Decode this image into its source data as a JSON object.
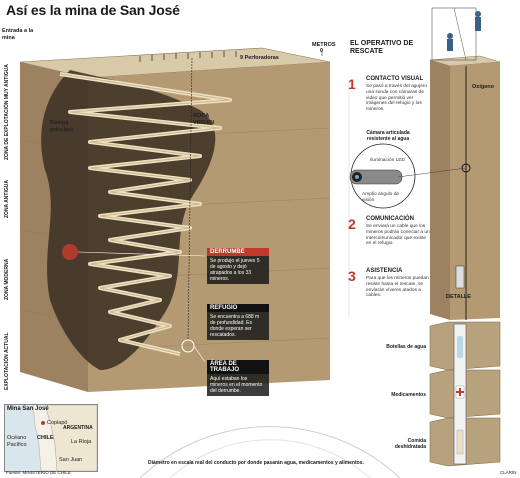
{
  "title": "Así es la mina de San José",
  "labels": {
    "entrance": "Entrada a la mina",
    "meters": "METROS",
    "zero": "0",
    "drillholes": "9 Perforadoras",
    "rock": "ROCA VIRGEN",
    "ramp": "Rampa principal",
    "zone_old": "ZONA DE EXPLOTACIÓN MUY ANTIGUA",
    "zone_ancient": "ZONA ANTIGUA",
    "zone_modern": "ZONA MODERNA",
    "zone_current": "EXPLOTACIÓN ACTUAL"
  },
  "callouts": {
    "collapse_title": "DERRUMBE",
    "collapse_text": "Se produjo el jueves 5 de agosto y dejó atrapados a los 33 mineros.",
    "refuge_title": "REFUGIO",
    "refuge_text": "Se encuentra a 688 m de profundidad. Es donde esperan ser rescatados.",
    "work_title": "ÁREA DE TRABAJO",
    "work_text": "Aquí estaban los mineros en el momento del derrumbe."
  },
  "rescue": {
    "heading": "EL OPERATIVO DE RESCATE",
    "steps": [
      {
        "num": "1",
        "title": "CONTACTO VISUAL",
        "text": "Se pasó a través del agujero una sonda con cámaras de video que permitió ver imágenes del refugio y los mineros."
      },
      {
        "num": "2",
        "title": "COMUNICACIÓN",
        "text": "Se enviará un cable que los mineros podrán conectar a un intercomunicador que existe en el refugio."
      },
      {
        "num": "3",
        "title": "ASISTENCIA",
        "text": "Para que los mineros puedan resistir hasta el rescate, se enviarán víveres atados a cables."
      }
    ],
    "camera_title": "Cámara articulada resistente al agua",
    "led": "Iluminación LED",
    "wide": "Amplio ángulo de visión",
    "oxygen": "Oxígeno",
    "detail": "DETALLE",
    "supplies": [
      "Botellas de agua",
      "Medicamentos",
      "Comida deshidratada"
    ]
  },
  "map": {
    "title": "Mina San José",
    "copiapo": "Copiapó",
    "chile": "CHILE",
    "argentina": "ARGENTINA",
    "la_rioja": "La Rioja",
    "ocean": "Océano Pacífico",
    "san_juan": "San Juan"
  },
  "footer": {
    "source": "Fuente: MINISTERIO DE CHILE",
    "diameter_note": "Diámetro en escala real del conducto por donde pasarán agua, medicamentos y alimentos.",
    "credit": "CLARÍN"
  },
  "colors": {
    "rock_top": "#d8c9a9",
    "rock_front": "#b49a72",
    "rock_side": "#8f7553",
    "tunnel": "#e9d8b5",
    "callout_bg": "#1f1f1f",
    "accent_red": "#c0392b"
  }
}
